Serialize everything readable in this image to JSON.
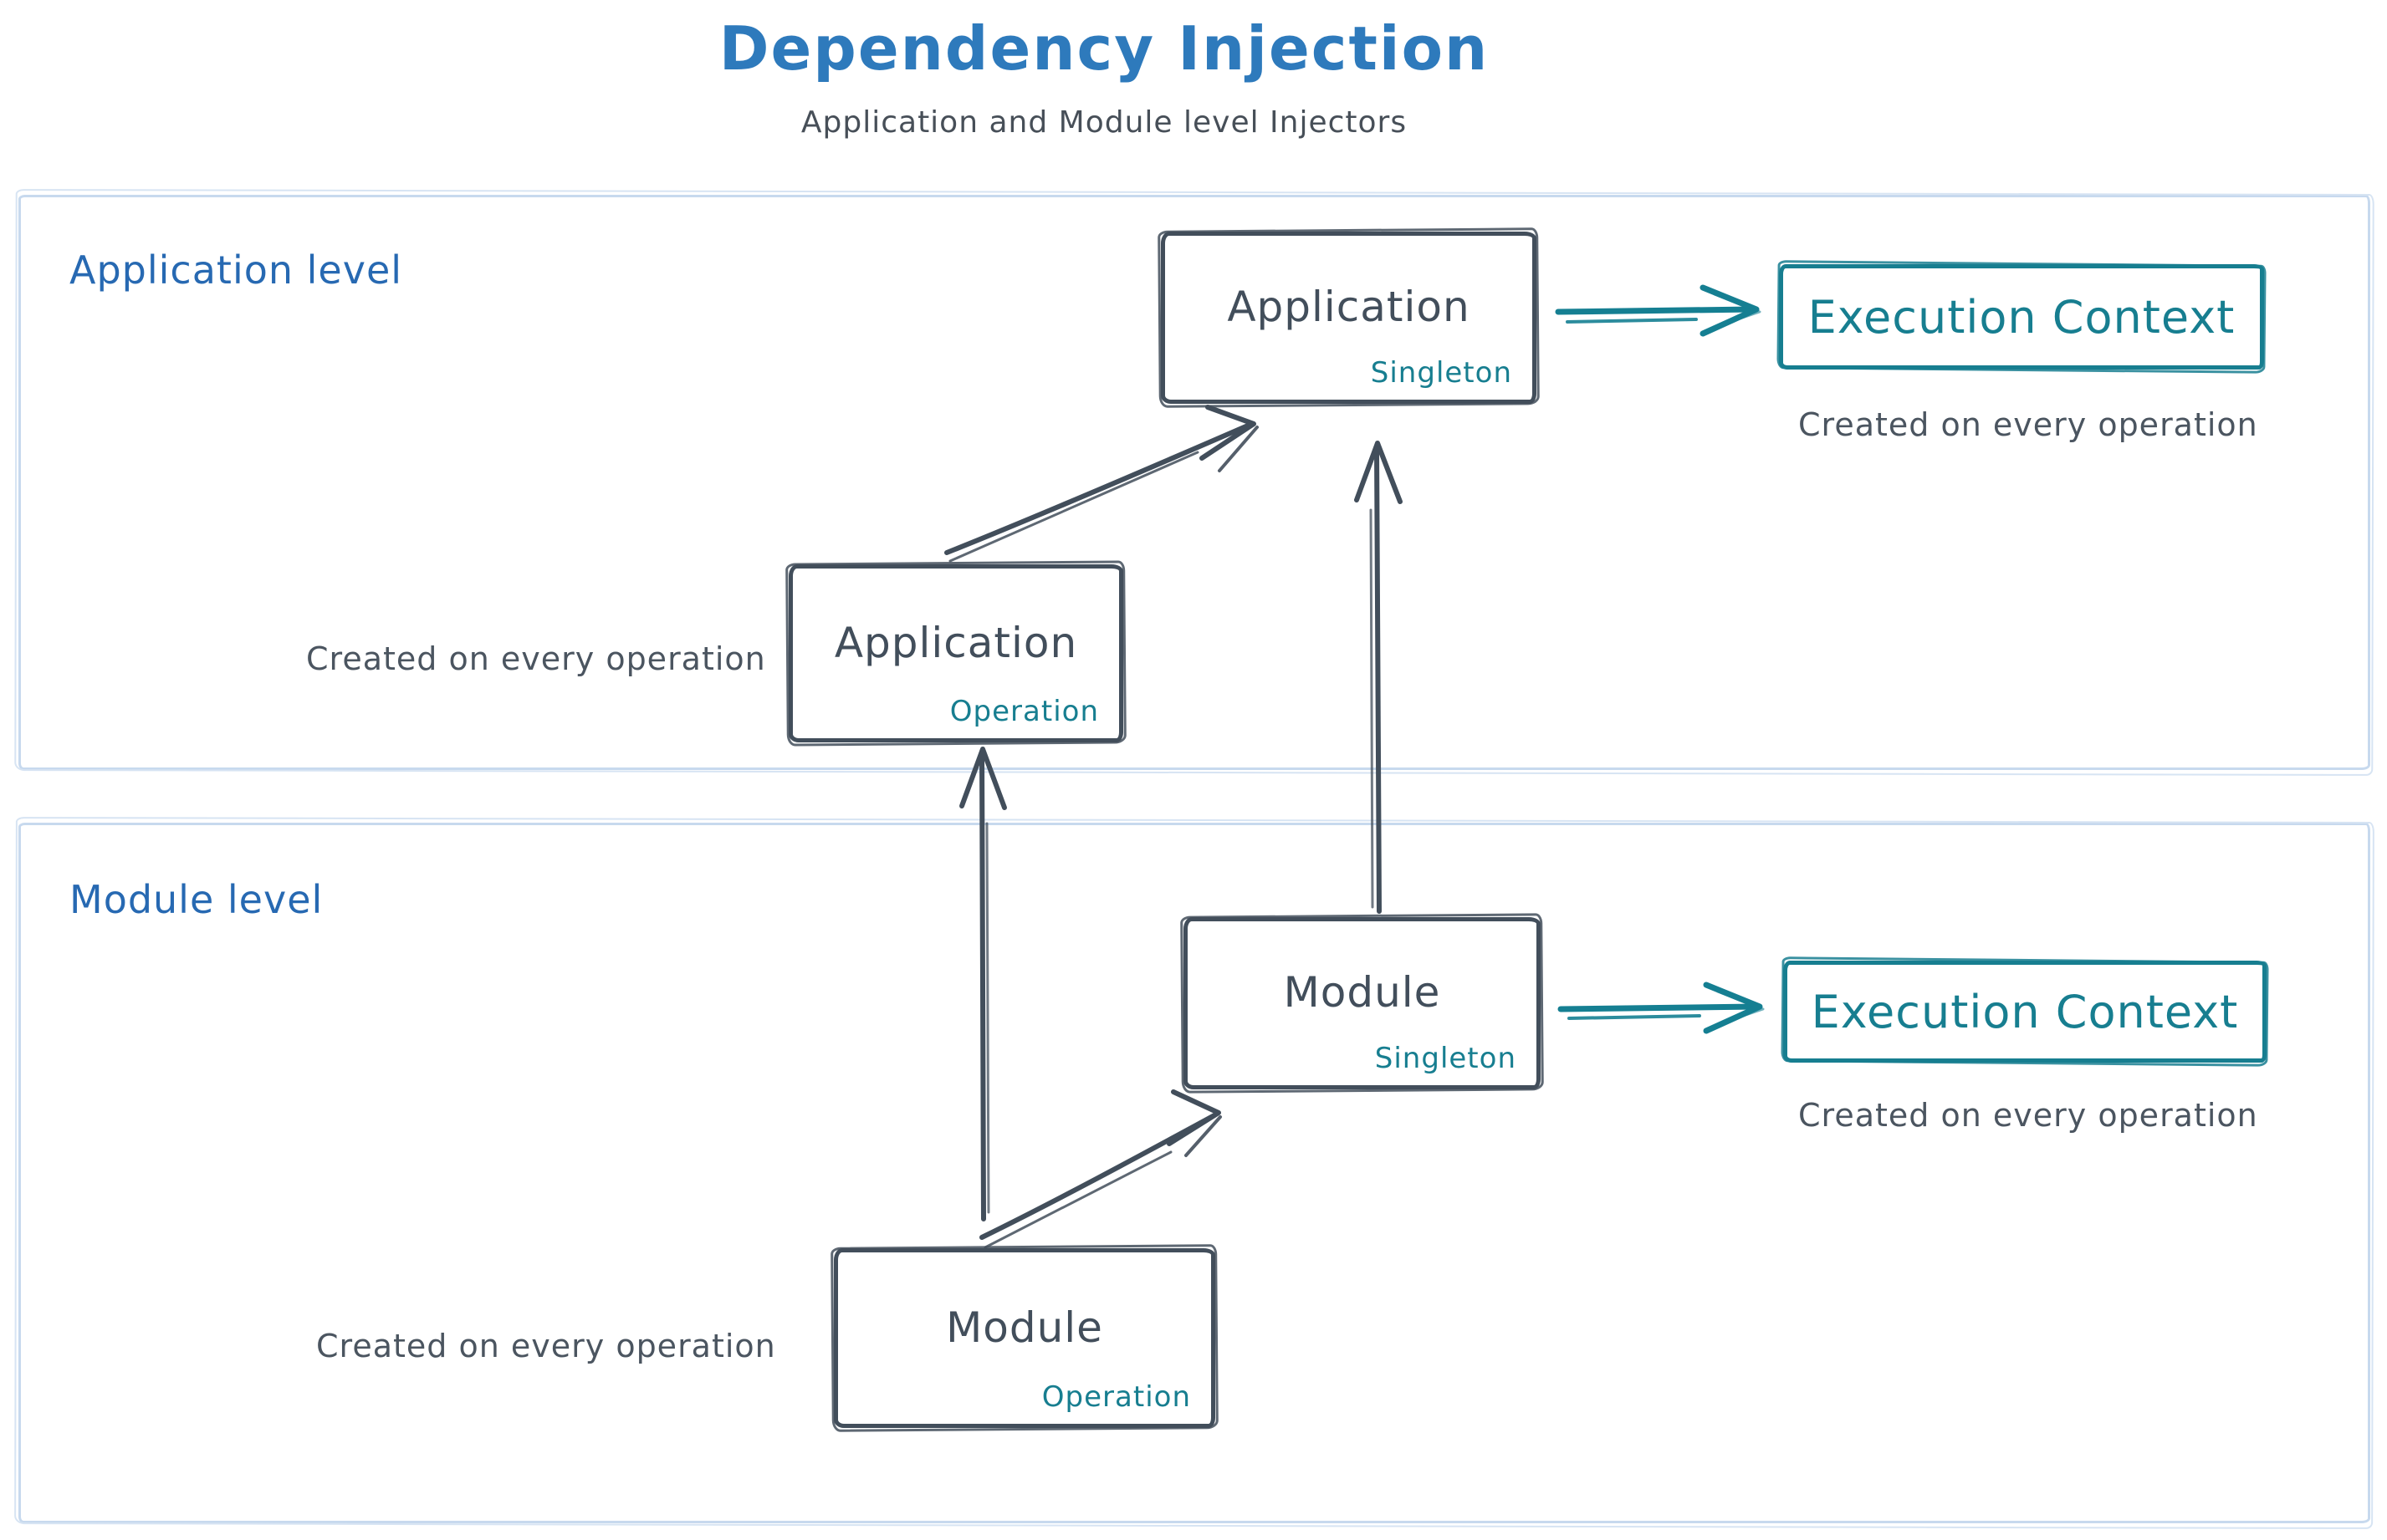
{
  "diagram": {
    "title": "Dependency Injection",
    "subtitle": "Application and Module level Injectors",
    "colors": {
      "title_blue": "#2e7abc",
      "label_blue": "#2769b2",
      "box_stroke_slate": "#424e5b",
      "teal_accent": "#177e90",
      "container_border_blue": "#c7d9ee",
      "note_gray": "#4b5560",
      "background": "#ffffff"
    },
    "application_level": {
      "label": "Application level",
      "singleton_box": {
        "title": "Application",
        "tag": "Singleton"
      },
      "operation_box": {
        "title": "Application",
        "tag": "Operation"
      },
      "execution_context": {
        "label": "Execution Context"
      },
      "execution_note": "Created on every operation",
      "operation_note": "Created on every operation"
    },
    "module_level": {
      "label": "Module level",
      "singleton_box": {
        "title": "Module",
        "tag": "Singleton"
      },
      "operation_box": {
        "title": "Module",
        "tag": "Operation"
      },
      "execution_context": {
        "label": "Execution Context"
      },
      "execution_note": "Created on every operation",
      "operation_note": "Created on every operation"
    },
    "connections": [
      {
        "from": "application-operation",
        "to": "application-singleton",
        "style": "sketch-arrow"
      },
      {
        "from": "application-singleton",
        "to": "application-execution-context",
        "style": "teal-arrow"
      },
      {
        "from": "module-singleton",
        "to": "application-singleton",
        "style": "sketch-arrow"
      },
      {
        "from": "module-operation",
        "to": "application-operation",
        "style": "sketch-arrow"
      },
      {
        "from": "module-operation",
        "to": "module-singleton",
        "style": "sketch-arrow"
      },
      {
        "from": "module-singleton",
        "to": "module-execution-context",
        "style": "teal-arrow"
      }
    ]
  }
}
